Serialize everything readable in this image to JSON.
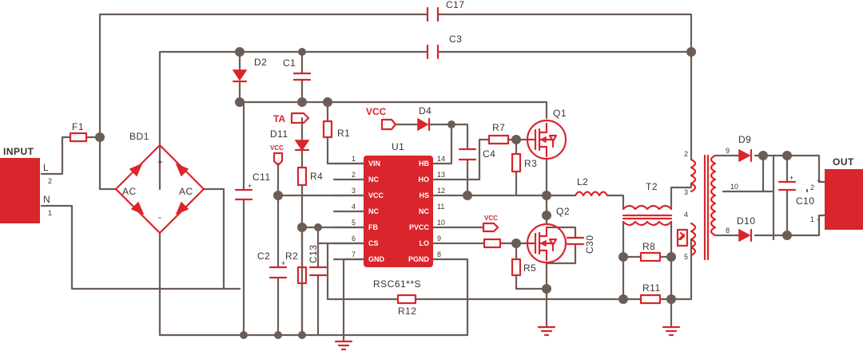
{
  "labels": {
    "input": "INPUT",
    "out": "OUT",
    "c17": "C17",
    "c3": "C3",
    "d2": "D2",
    "c1": "C1",
    "f1": "F1",
    "bd1": "BD1",
    "ac_left": "AC",
    "ac_right": "AC",
    "plus": "+",
    "minus": "-",
    "l": "L",
    "n": "N",
    "pin2": "2",
    "pin1": "1",
    "ta": "TA",
    "d11": "D11",
    "vcc_small": "VCC",
    "r1": "R1",
    "r4": "R4",
    "c11": "C11",
    "vcc_d4": "VCC",
    "d4": "D4",
    "u1": "U1",
    "r7": "R7",
    "c4": "C4",
    "r3": "R3",
    "q1": "Q1",
    "l2": "L2",
    "t2": "T2",
    "q2": "Q2",
    "c30": "C30",
    "vcc_pvcc": "VCC",
    "r5": "R5",
    "r8": "R8",
    "r11": "R11",
    "c2": "C2",
    "r2": "R2",
    "c13": "C13",
    "r12": "R12",
    "part": "RSC61**S",
    "d9": "D9",
    "d10": "D10",
    "c10": "C10",
    "t_pin9": "9",
    "t_pin10": "10",
    "t_pin8": "8",
    "t_pin2": "2",
    "t_pin3": "3",
    "t_pin4": "4",
    "t_pin5": "5",
    "out_plus": "+",
    "out_minus": "-",
    "out_pin2": "2",
    "out_pin1": "1"
  },
  "ic": {
    "left_pins": [
      {
        "num": "1",
        "name": "VIN"
      },
      {
        "num": "2",
        "name": "NC"
      },
      {
        "num": "3",
        "name": "VCC"
      },
      {
        "num": "4",
        "name": "NC"
      },
      {
        "num": "5",
        "name": "FB"
      },
      {
        "num": "6",
        "name": "CS"
      },
      {
        "num": "7",
        "name": "GND"
      }
    ],
    "right_pins": [
      {
        "num": "14",
        "name": "HB"
      },
      {
        "num": "13",
        "name": "HO"
      },
      {
        "num": "12",
        "name": "HS"
      },
      {
        "num": "11",
        "name": "NC"
      },
      {
        "num": "10",
        "name": "PVCC"
      },
      {
        "num": "9",
        "name": "LO"
      },
      {
        "num": "8",
        "name": "PGND"
      }
    ]
  },
  "colors": {
    "wire": "#6b5d56",
    "accent": "#d9252b"
  }
}
